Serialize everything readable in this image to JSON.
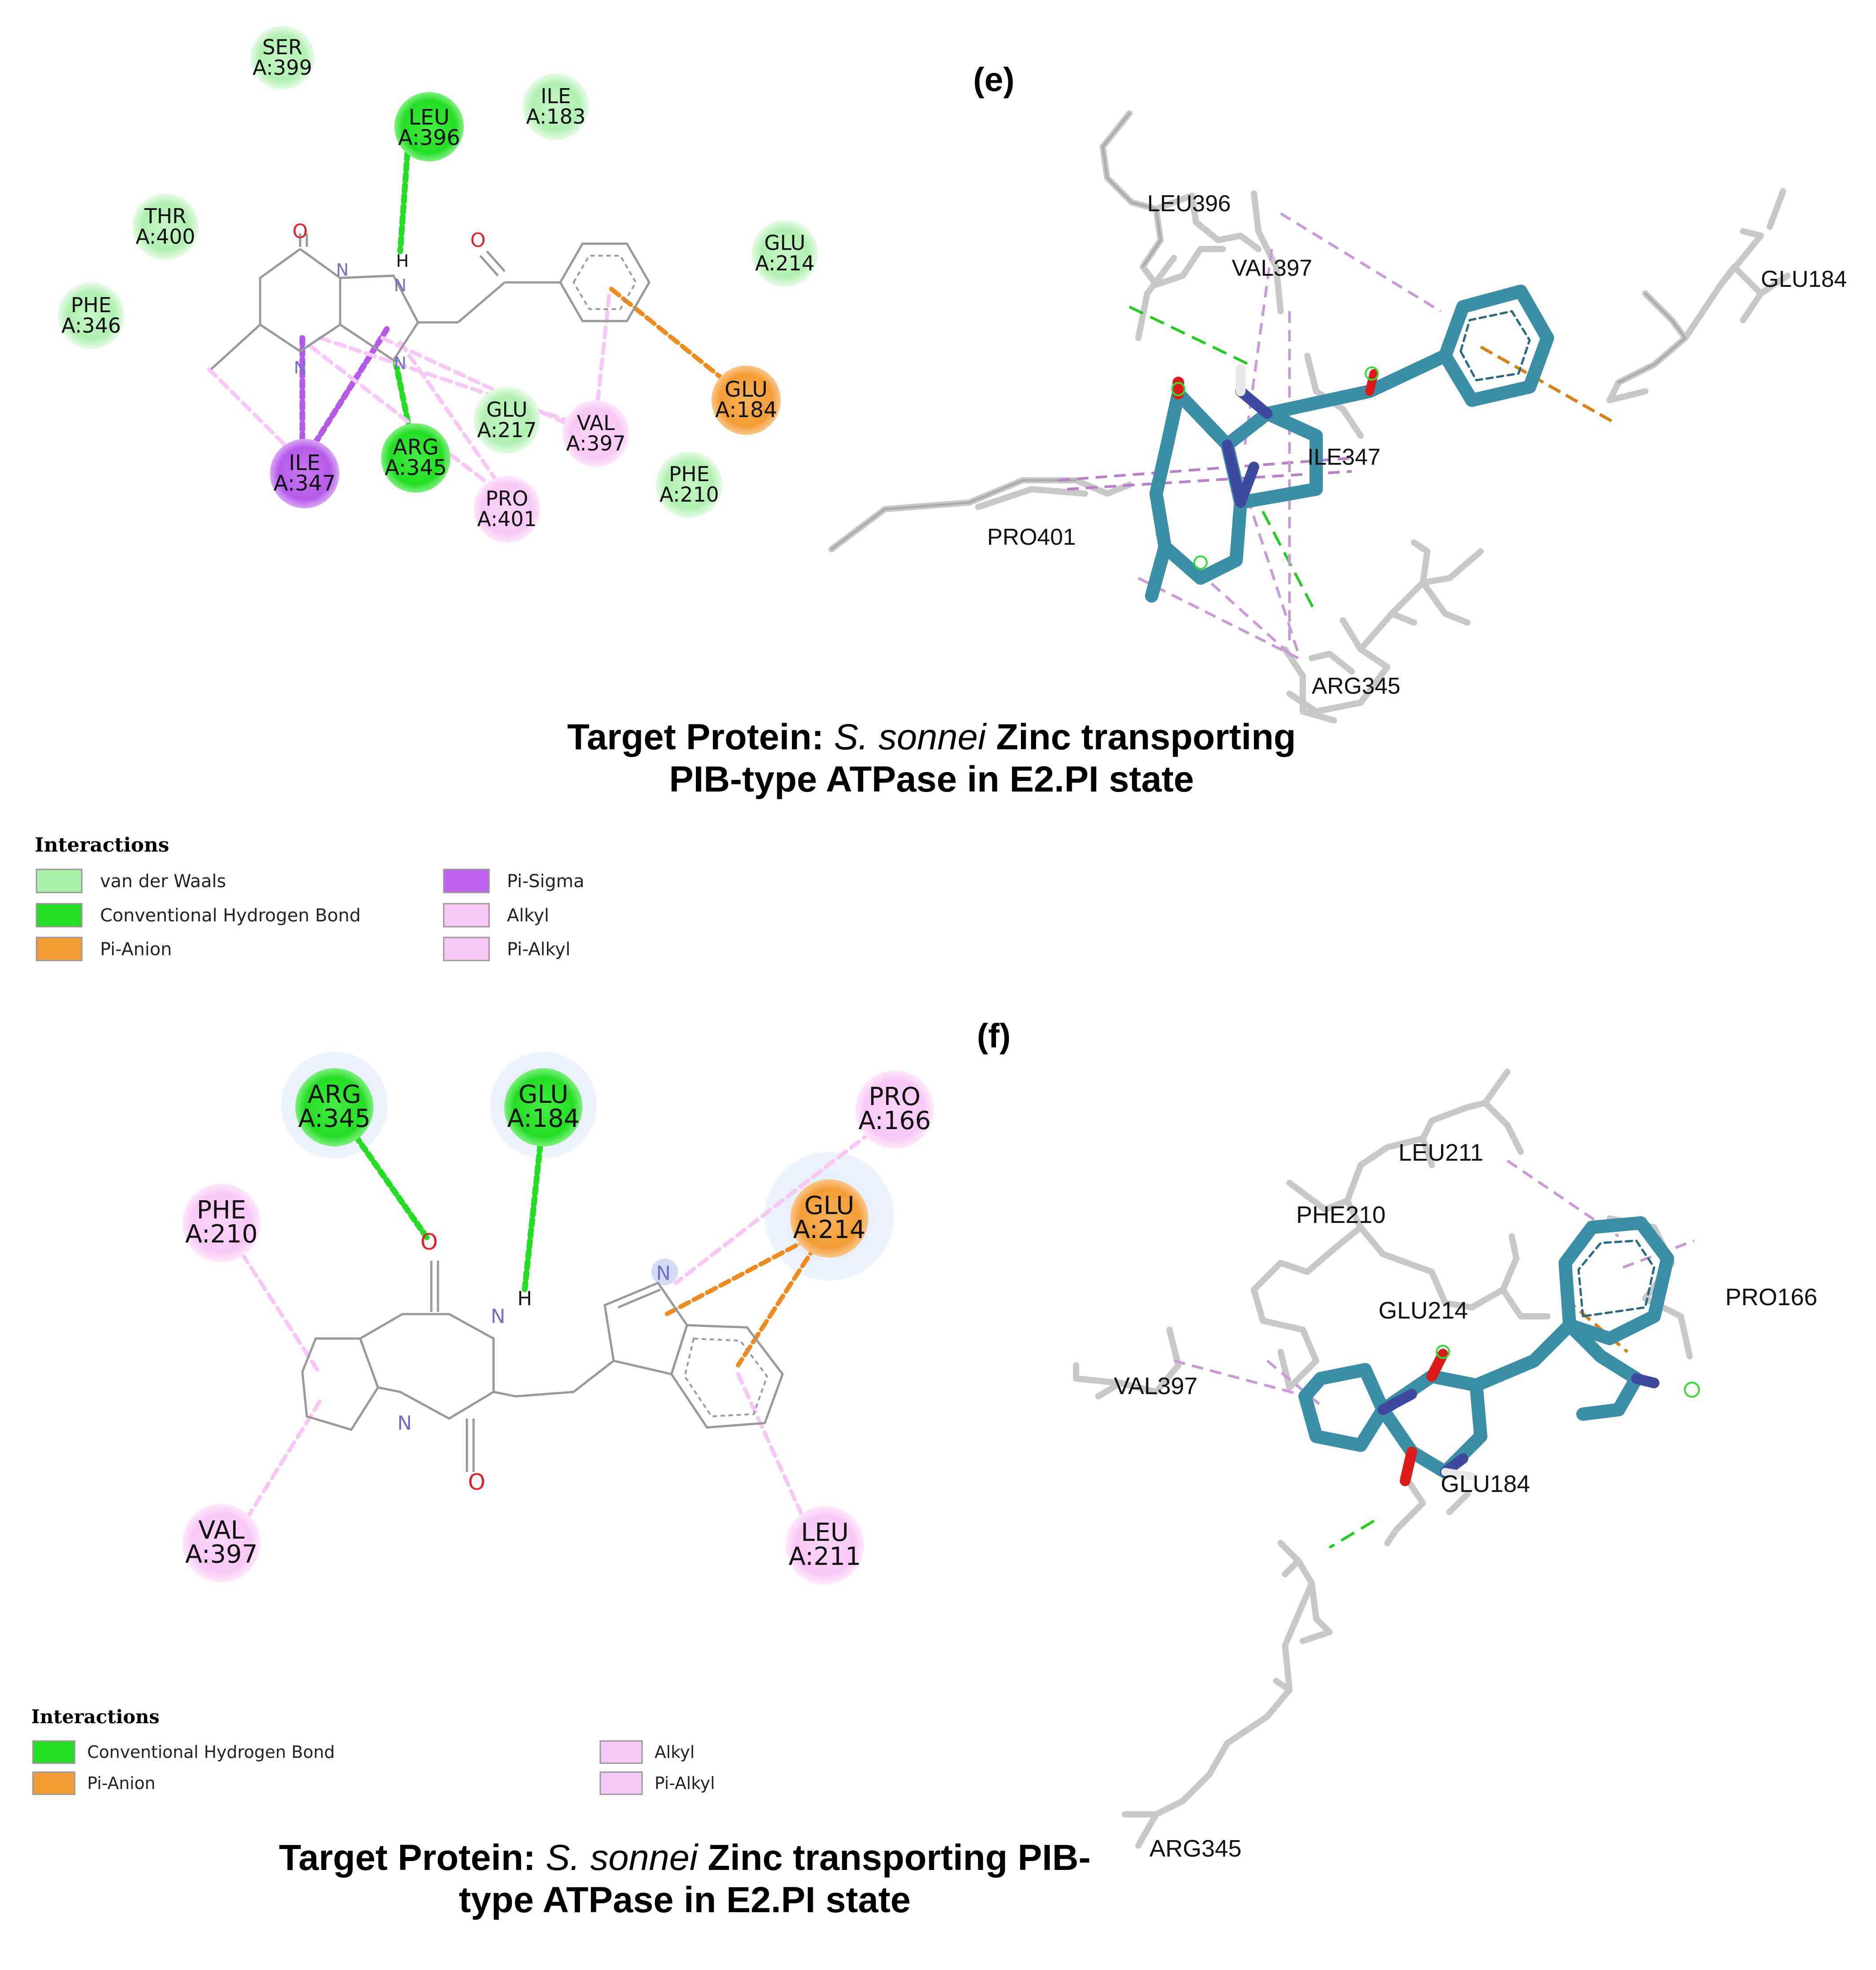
{
  "panel_e": {
    "label": "(e)",
    "caption_line1_prefix": "Target Protein: ",
    "caption_line1_italic": "S. sonnei",
    "caption_line1_suffix": "  Zinc transporting",
    "caption_line2": "PIB-type ATPase in E2.PI state",
    "legend": {
      "title": "Interactions",
      "items": [
        {
          "label": "van der Waals",
          "color": "#a8f0a8"
        },
        {
          "label": "Conventional Hydrogen Bond",
          "color": "#22dd22"
        },
        {
          "label": "Pi-Anion",
          "color": "#f39c34"
        },
        {
          "label": "Pi-Sigma",
          "color": "#c060ee"
        },
        {
          "label": "Alkyl",
          "color": "#f8c8f4"
        },
        {
          "label": "Pi-Alkyl",
          "color": "#f8c8f4"
        }
      ]
    },
    "residues2d": [
      {
        "res": "SER",
        "id": "A:399"
      },
      {
        "res": "LEU",
        "id": "A:396"
      },
      {
        "res": "ILE",
        "id": "A:183"
      },
      {
        "res": "THR",
        "id": "A:400"
      },
      {
        "res": "GLU",
        "id": "A:214"
      },
      {
        "res": "PHE",
        "id": "A:346"
      },
      {
        "res": "GLU",
        "id": "A:184"
      },
      {
        "res": "GLU",
        "id": "A:217"
      },
      {
        "res": "VAL",
        "id": "A:397"
      },
      {
        "res": "ARG",
        "id": "A:345"
      },
      {
        "res": "ILE",
        "id": "A:347"
      },
      {
        "res": "PHE",
        "id": "A:210"
      },
      {
        "res": "PRO",
        "id": "A:401"
      }
    ],
    "residues3d": [
      "LEU396",
      "VAL397",
      "GLU184",
      "ILE347",
      "PRO401",
      "ARG345"
    ]
  },
  "panel_f": {
    "label": "(f)",
    "caption_line1_prefix": "Target Protein: ",
    "caption_line1_italic": "S. sonnei",
    "caption_line1_suffix": " Zinc transporting PIB-",
    "caption_line2": "type ATPase in E2.PI state",
    "legend": {
      "title": "Interactions",
      "items": [
        {
          "label": "Conventional Hydrogen Bond",
          "color": "#22dd22"
        },
        {
          "label": "Pi-Anion",
          "color": "#f39c34"
        },
        {
          "label": "Alkyl",
          "color": "#f8c8f4"
        },
        {
          "label": "Pi-Alkyl",
          "color": "#f8c8f4"
        }
      ]
    },
    "residues2d": [
      {
        "res": "ARG",
        "id": "A:345"
      },
      {
        "res": "GLU",
        "id": "A:184"
      },
      {
        "res": "PRO",
        "id": "A:166"
      },
      {
        "res": "PHE",
        "id": "A:210"
      },
      {
        "res": "GLU",
        "id": "A:214"
      },
      {
        "res": "VAL",
        "id": "A:397"
      },
      {
        "res": "LEU",
        "id": "A:211"
      }
    ],
    "residues3d": [
      "LEU211",
      "PHE210",
      "PRO166",
      "GLU214",
      "VAL397",
      "GLU184",
      "ARG345"
    ]
  },
  "atoms": {
    "oxygen": "O",
    "nitrogen": "N",
    "hydrogen": "H"
  }
}
